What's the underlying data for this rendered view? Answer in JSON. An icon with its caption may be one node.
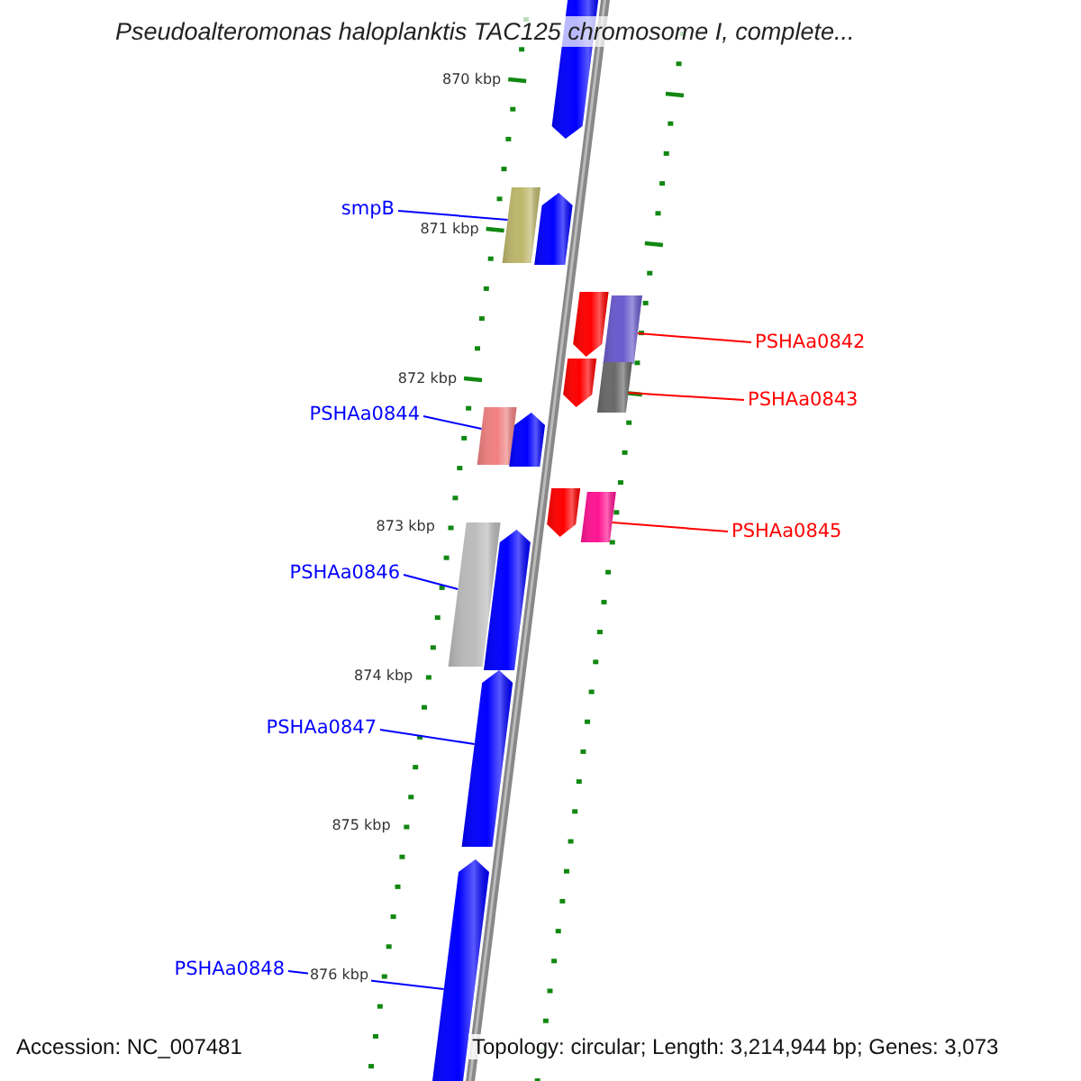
{
  "diagram": {
    "title": "Pseudoalteromonas haloplanktis TAC125 chromosome I, complete...",
    "nodes": [
      {
        "text": [],
        "shape": "arrow"
      },
      {
        "text": [
          "smpB"
        ]
      },
      {
        "text": [],
        "shape": "box"
      },
      {
        "text": [],
        "shape": "arrow"
      },
      {
        "text": [],
        "shape": "arrow"
      },
      {
        "text": [],
        "shape": "box"
      },
      {
        "text": [
          "PSHAa0842"
        ]
      },
      {
        "text": [],
        "shape": "arrow"
      },
      {
        "text": [],
        "shape": "box"
      },
      {
        "text": [
          "PSHAa0843"
        ]
      },
      {
        "text": [
          "PSHAa0844"
        ]
      },
      {
        "text": [],
        "shape": "box"
      },
      {
        "text": [],
        "shape": "arrow"
      },
      {
        "text": [],
        "shape": "arrow"
      },
      {
        "text": [],
        "shape": "box"
      },
      {
        "text": [
          "PSHAa0845"
        ]
      },
      {
        "text": [],
        "shape": "box"
      },
      {
        "text": [],
        "shape": "arrow"
      },
      {
        "text": [
          "PSHAa0846"
        ]
      },
      {
        "text": [
          "PSHAa0847"
        ]
      },
      {
        "text": [],
        "shape": "arrow"
      },
      {
        "text": [],
        "shape": "arrow"
      },
      {
        "text": [
          "PSHAa0848"
        ]
      }
    ],
    "edges": [
      {
        "from": 1,
        "to": 2,
        "arrow": "none"
      },
      {
        "from": 6,
        "to": 5,
        "arrow": "none",
        "color": "#ff0000"
      },
      {
        "from": 9,
        "to": 8,
        "arrow": "none",
        "color": "#ff0000"
      },
      {
        "from": 10,
        "to": 11,
        "arrow": "none"
      },
      {
        "from": 15,
        "to": 14,
        "arrow": "none",
        "color": "#ff0000"
      },
      {
        "from": 18,
        "to": 16,
        "arrow": "none"
      },
      {
        "from": 19,
        "to": 20,
        "arrow": "none"
      },
      {
        "from": 22,
        "to": 21,
        "arrow": "none"
      }
    ],
    "labels": [
      "870 kbp",
      "871 kbp",
      "872 kbp",
      "873 kbp",
      "874 kbp",
      "875 kbp",
      "876 kbp",
      "Accession: NC_007481",
      "Topology: circular; Length: 3,214,944 bp; Genes: 3,073"
    ]
  }
}
